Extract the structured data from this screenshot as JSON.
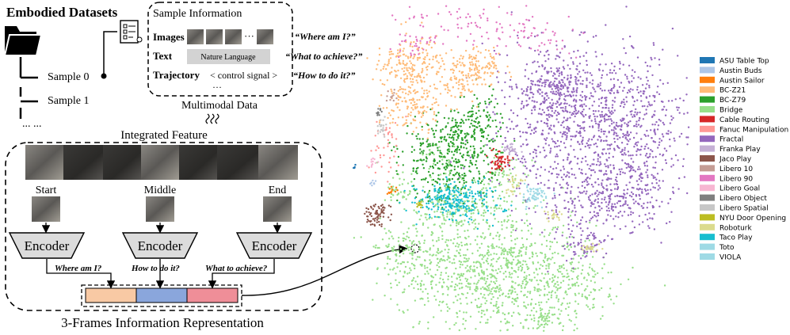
{
  "left": {
    "datasets_title": "Embodied Datasets",
    "samples": [
      "Sample 0",
      "Sample 1",
      "... ..."
    ],
    "sample_info": {
      "title": "Sample Information",
      "rows": [
        {
          "label": "Images",
          "quote": "“Where am I?”"
        },
        {
          "label": "Text",
          "content": "Nature Language",
          "quote": "“What to achieve?”"
        },
        {
          "label": "Trajectory",
          "content": "< control signal >",
          "quote": "“How to do it?”"
        }
      ],
      "images_ellipsis": "···",
      "trajectory_ellipsis": "···"
    },
    "multimodal_label": "Multimodal Data",
    "integrated_label": "Integrated Feature",
    "frames": [
      "Start",
      "Middle",
      "End"
    ],
    "encoder_label": "Encoder",
    "questions": [
      "Where am I?",
      "How to do it?",
      "What to achieve?"
    ],
    "bottom_label": "3-Frames Information Representation",
    "bar_colors": [
      "#f8c9a4",
      "#8aa6dc",
      "#ef8e98"
    ]
  },
  "legend": {
    "items": [
      {
        "name": "ASU Table Top",
        "color": "#1f77b4"
      },
      {
        "name": "Austin Buds",
        "color": "#aec7e8"
      },
      {
        "name": "Austin Sailor",
        "color": "#ff7f0e"
      },
      {
        "name": "BC-Z21",
        "color": "#ffbb78"
      },
      {
        "name": "BC-Z79",
        "color": "#2ca02c"
      },
      {
        "name": "Bridge",
        "color": "#98df8a"
      },
      {
        "name": "Cable Routing",
        "color": "#d62728"
      },
      {
        "name": "Fanuc Manipulation",
        "color": "#ff9896"
      },
      {
        "name": "Fractal",
        "color": "#9467bd"
      },
      {
        "name": "Franka Play",
        "color": "#c5b0d5"
      },
      {
        "name": "Jaco Play",
        "color": "#8c564b"
      },
      {
        "name": "Libero 10",
        "color": "#c49c94"
      },
      {
        "name": "Libero 90",
        "color": "#e377c2"
      },
      {
        "name": "Libero Goal",
        "color": "#f7b6d2"
      },
      {
        "name": "Libero Object",
        "color": "#7f7f7f"
      },
      {
        "name": "Libero Spatial",
        "color": "#c7c7c7"
      },
      {
        "name": "NYU Door Opening",
        "color": "#bcbd22"
      },
      {
        "name": "Roboturk",
        "color": "#dbdb8d"
      },
      {
        "name": "Taco Play",
        "color": "#17becf"
      },
      {
        "name": "Toto",
        "color": "#9edae5"
      },
      {
        "name": "VIOLA",
        "color": "#9edae5"
      }
    ]
  }
}
